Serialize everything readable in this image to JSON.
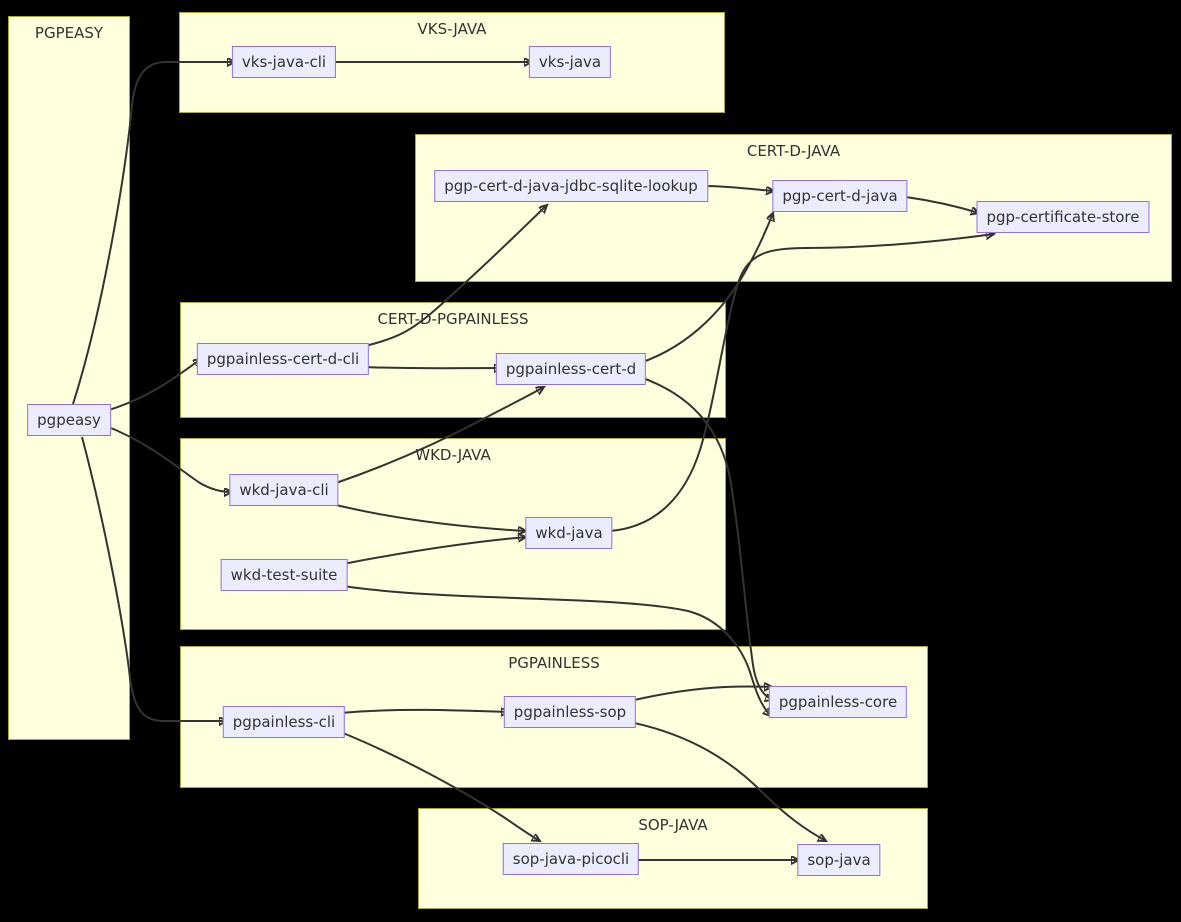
{
  "diagram": {
    "type": "dependency-graph",
    "background": "#000000",
    "colors": {
      "cluster_fill": "#ffffde",
      "cluster_border": "#aaaa33",
      "node_fill": "#ececff",
      "node_border": "#9370db",
      "edge": "#333333",
      "text": "#333333"
    },
    "groups": {
      "pgpeasy": {
        "label": "PGPEASY"
      },
      "vks_java": {
        "label": "VKS-JAVA"
      },
      "cert_d_java": {
        "label": "CERT-D-JAVA"
      },
      "cert_d_pgpainless": {
        "label": "CERT-D-PGPAINLESS"
      },
      "wkd_java": {
        "label": "WKD-JAVA"
      },
      "pgpainless": {
        "label": "PGPAINLESS"
      },
      "sop_java": {
        "label": "SOP-JAVA"
      }
    },
    "nodes": {
      "pgpeasy": {
        "label": "pgpeasy"
      },
      "vks_java_cli": {
        "label": "vks-java-cli"
      },
      "vks_java": {
        "label": "vks-java"
      },
      "jdbc_sqlite_lookup": {
        "label": "pgp-cert-d-java-jdbc-sqlite-lookup"
      },
      "pgp_cert_d_java": {
        "label": "pgp-cert-d-java"
      },
      "pgp_certificate_store": {
        "label": "pgp-certificate-store"
      },
      "pgpainless_cert_d_cli": {
        "label": "pgpainless-cert-d-cli"
      },
      "pgpainless_cert_d": {
        "label": "pgpainless-cert-d"
      },
      "wkd_java_cli": {
        "label": "wkd-java-cli"
      },
      "wkd_java": {
        "label": "wkd-java"
      },
      "wkd_test_suite": {
        "label": "wkd-test-suite"
      },
      "pgpainless_cli": {
        "label": "pgpainless-cli"
      },
      "pgpainless_sop": {
        "label": "pgpainless-sop"
      },
      "pgpainless_core": {
        "label": "pgpainless-core"
      },
      "sop_java_picocli": {
        "label": "sop-java-picocli"
      },
      "sop_java": {
        "label": "sop-java"
      }
    },
    "edges": [
      {
        "from": "pgpeasy",
        "to": "vks-java-cli"
      },
      {
        "from": "pgpeasy",
        "to": "pgpainless-cert-d-cli"
      },
      {
        "from": "pgpeasy",
        "to": "wkd-java-cli"
      },
      {
        "from": "pgpeasy",
        "to": "pgpainless-cli"
      },
      {
        "from": "vks-java-cli",
        "to": "vks-java"
      },
      {
        "from": "pgpainless-cert-d-cli",
        "to": "pgp-cert-d-java-jdbc-sqlite-lookup"
      },
      {
        "from": "pgpainless-cert-d-cli",
        "to": "pgpainless-cert-d"
      },
      {
        "from": "pgp-cert-d-java-jdbc-sqlite-lookup",
        "to": "pgp-cert-d-java"
      },
      {
        "from": "pgp-cert-d-java",
        "to": "pgp-certificate-store"
      },
      {
        "from": "pgpainless-cert-d",
        "to": "pgp-cert-d-java"
      },
      {
        "from": "pgpainless-cert-d",
        "to": "pgpainless-core"
      },
      {
        "from": "wkd-java-cli",
        "to": "pgpainless-cert-d"
      },
      {
        "from": "wkd-java-cli",
        "to": "wkd-java"
      },
      {
        "from": "wkd-test-suite",
        "to": "wkd-java"
      },
      {
        "from": "wkd-test-suite",
        "to": "pgpainless-core"
      },
      {
        "from": "wkd-java",
        "to": "pgp-certificate-store"
      },
      {
        "from": "pgpainless-cli",
        "to": "pgpainless-sop"
      },
      {
        "from": "pgpainless-cli",
        "to": "sop-java-picocli"
      },
      {
        "from": "pgpainless-sop",
        "to": "pgpainless-core"
      },
      {
        "from": "pgpainless-sop",
        "to": "sop-java"
      },
      {
        "from": "sop-java-picocli",
        "to": "sop-java"
      }
    ]
  }
}
